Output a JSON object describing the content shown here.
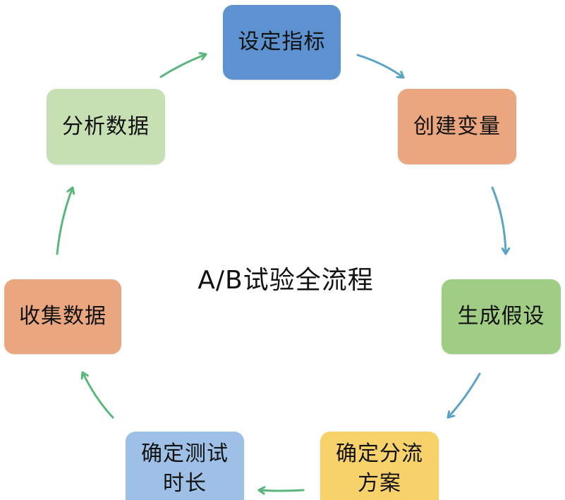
{
  "diagram": {
    "title": "A/B试验全流程",
    "nodes": [
      {
        "id": "set-metrics",
        "label": "设定指标",
        "color": "#5b92cf"
      },
      {
        "id": "create-variables",
        "label": "创建变量",
        "color": "#e9a67f"
      },
      {
        "id": "generate-hypothesis",
        "label": "生成假设",
        "color": "#9fcd83"
      },
      {
        "id": "traffic-split-plan",
        "label": "确定分流\n方案",
        "color": "#f7d26a"
      },
      {
        "id": "test-duration",
        "label": "确定测试\n时长",
        "color": "#9ec0e6"
      },
      {
        "id": "collect-data",
        "label": "收集数据",
        "color": "#e9a67f"
      },
      {
        "id": "analyze-data",
        "label": "分析数据",
        "color": "#c6e0b4"
      }
    ],
    "arrow_colors": {
      "blue": "#5ba4c6",
      "green": "#58b77a"
    }
  }
}
